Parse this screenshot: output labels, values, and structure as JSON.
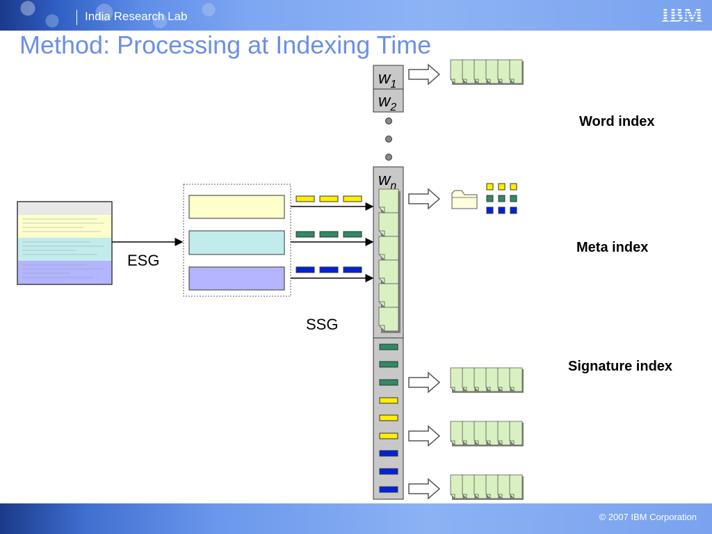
{
  "header": {
    "lab": "India Research Lab",
    "logo": "IBM"
  },
  "title": "Method: Processing at Indexing Time",
  "footer": {
    "copyright": "© 2007 IBM Corporation"
  },
  "diagram": {
    "words": [
      {
        "base": "w",
        "sub": "1"
      },
      {
        "base": "w",
        "sub": "2"
      },
      {
        "base": "w",
        "sub": "n"
      }
    ],
    "esg_label": "ESG",
    "ssg_label": "SSG",
    "index_labels": {
      "word": "Word index",
      "meta": "Meta index",
      "signature": "Signature index"
    },
    "colors": {
      "yellow": "#ffee00",
      "teal": "#2e8b63",
      "blue": "#0022dd",
      "doc_green": "#d9f0c0",
      "box_yellow": "#ffffcc",
      "box_teal": "#c2ecec",
      "box_lavender": "#b4b4ff",
      "word_cell": "#c8c8c8",
      "title_blue": "#6b8fe8"
    },
    "signature_stack": [
      "teal",
      "teal",
      "teal",
      "yellow",
      "yellow",
      "yellow",
      "blue",
      "blue",
      "blue"
    ]
  }
}
